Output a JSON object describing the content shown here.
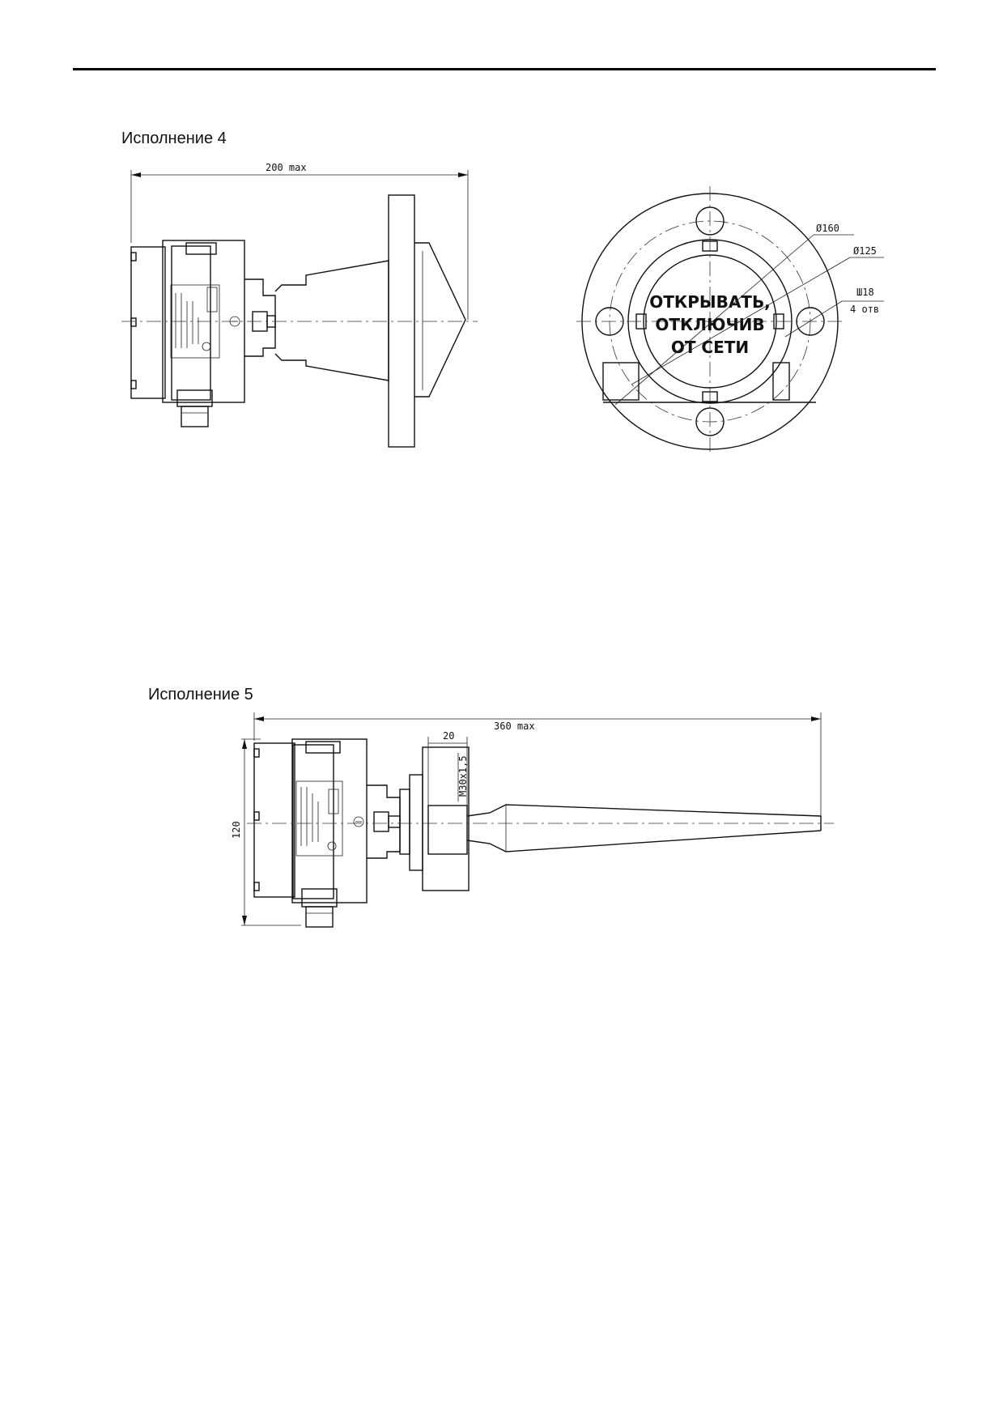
{
  "drawing_4": {
    "caption": "Исполнение 4",
    "dim_length": "200 max",
    "dim_d160": "Ø160",
    "dim_d125": "Ø125",
    "dim_hole": "Ш18",
    "dim_hole_count": "4 отв",
    "warning_line1": "ОТКРЫВАТЬ,",
    "warning_line2": "ОТКЛЮЧИВ",
    "warning_line3": "ОТ СЕТИ"
  },
  "drawing_5": {
    "caption": "Исполнение 5",
    "dim_length": "360 max",
    "dim_thread_length": "20",
    "dim_thread": "M30x1,5",
    "dim_height": "120"
  }
}
